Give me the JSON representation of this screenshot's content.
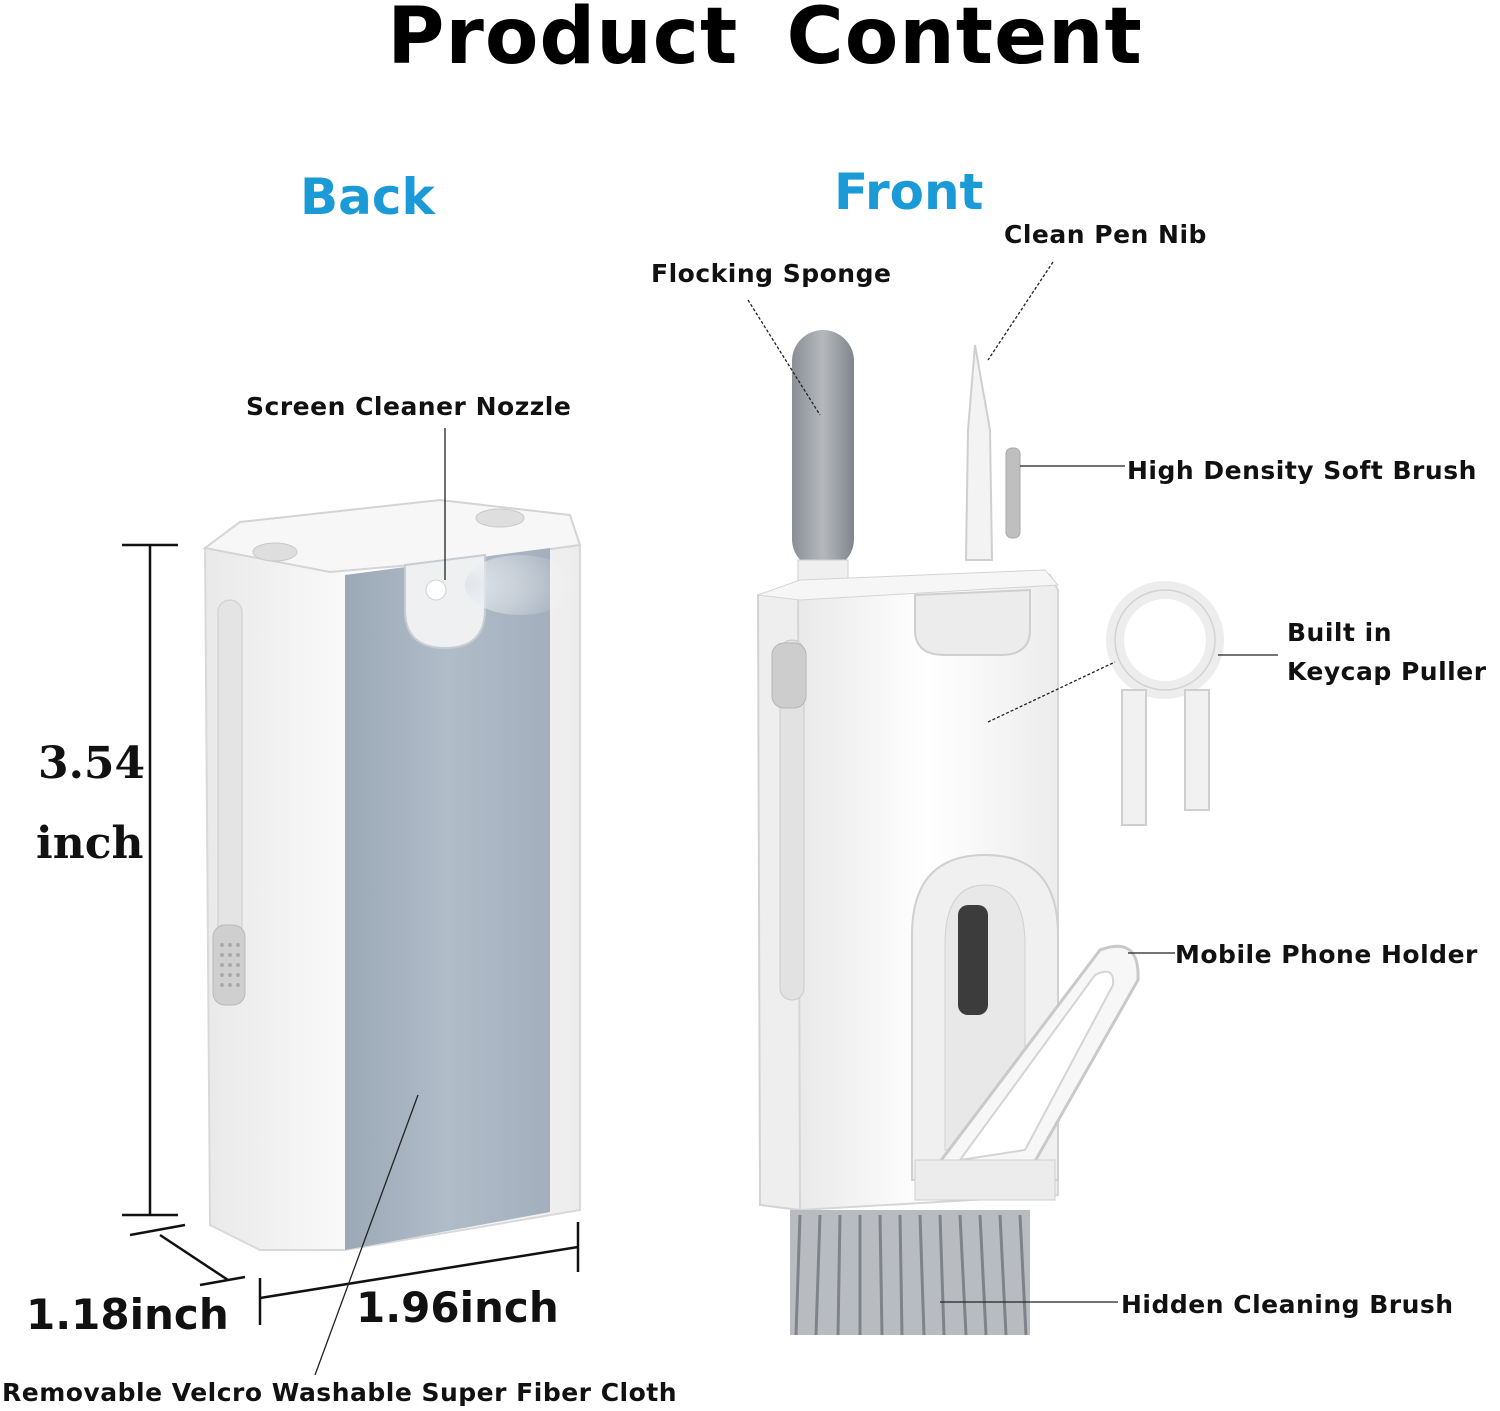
{
  "title": "Product  Content",
  "sides": {
    "back": "Back",
    "front": "Front"
  },
  "callouts": {
    "screen_cleaner_nozzle": "Screen Cleaner Nozzle",
    "flocking_sponge": "Flocking Sponge",
    "clean_pen_nib": "Clean Pen Nib",
    "high_density_soft_brush": "High Density Soft Brush",
    "keycap_line1": "Built in",
    "keycap_line2": "Keycap Puller",
    "mobile_phone_holder": "Mobile Phone Holder",
    "hidden_cleaning_brush": "Hidden Cleaning Brush",
    "fiber_cloth": "Removable Velcro Washable Super Fiber Cloth"
  },
  "dimensions": {
    "height_value": "3.54",
    "height_unit": "inch",
    "depth": "1.18inch",
    "width": "1.96inch"
  },
  "colors": {
    "accent": "#1a9ad6",
    "cloth": "#a9b5c2",
    "body": "#f4f4f4"
  }
}
